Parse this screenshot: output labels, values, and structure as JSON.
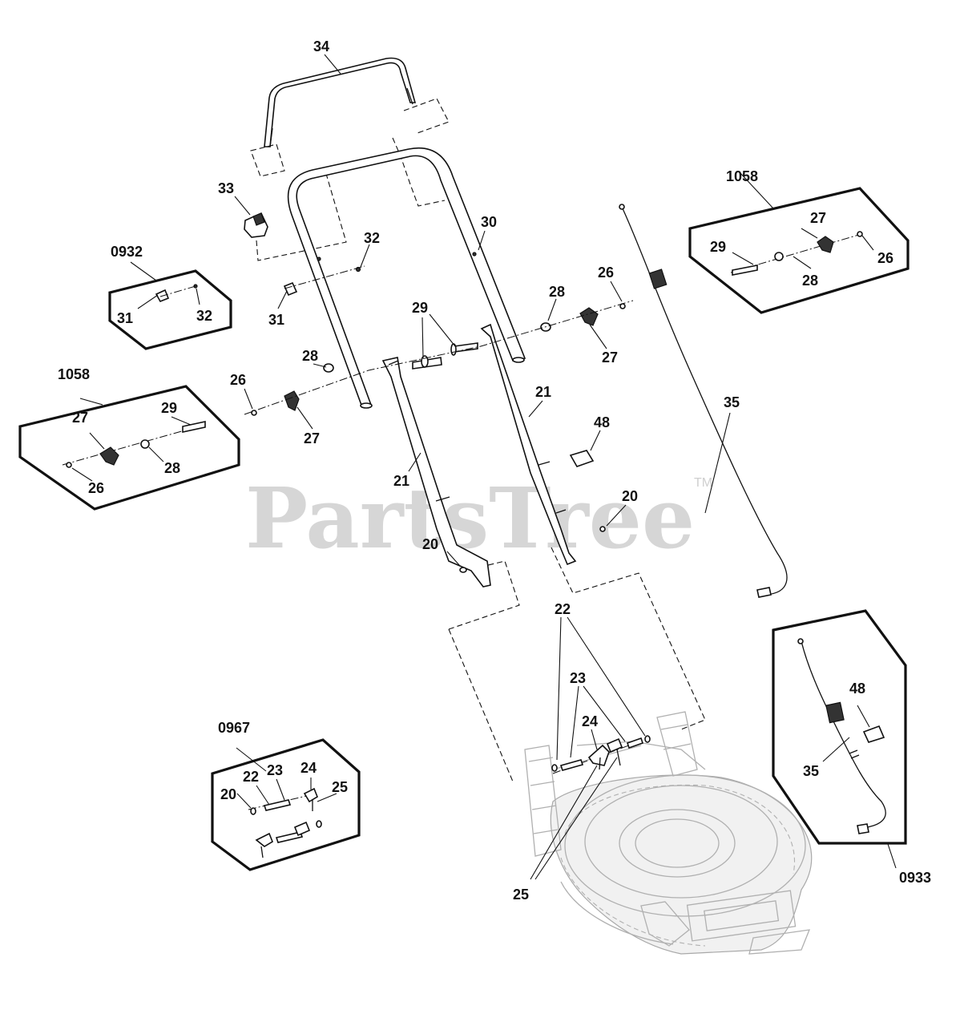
{
  "watermark": {
    "brand": "PartsTree",
    "trademark": "TM"
  },
  "colors": {
    "ink": "#111111",
    "watermark": "#d6d6d6",
    "deck_ghost": "#b0b0b0"
  },
  "kits": {
    "k1058_left": {
      "number": "1058"
    },
    "k1058_right": {
      "number": "1058"
    },
    "k0932": {
      "number": "0932"
    },
    "k0967": {
      "number": "0967"
    },
    "k0933": {
      "number": "0933"
    }
  },
  "callouts": {
    "c34": "34",
    "c33": "33",
    "c30": "30",
    "c32a": "32",
    "c31a": "31",
    "c32b": "32",
    "c31b": "31",
    "c29a": "29",
    "c28a": "28",
    "c26a": "26",
    "c27a": "27",
    "c28b": "28",
    "c26b": "26",
    "c27b": "27",
    "c21a": "21",
    "c21b": "21",
    "c48a": "48",
    "c20a": "20",
    "c20b": "20",
    "c27k1": "27",
    "c29k1": "29",
    "c28k1": "28",
    "c26k1": "26",
    "c27k2": "27",
    "c29k2": "29",
    "c28k2": "28",
    "c26k2": "26",
    "c35a": "35",
    "c22a": "22",
    "c23a": "23",
    "c24a": "24",
    "c25a": "25",
    "c20k": "20",
    "c22k": "22",
    "c23k": "23",
    "c24k": "24",
    "c25k": "25",
    "c48b": "48",
    "c35b": "35"
  }
}
